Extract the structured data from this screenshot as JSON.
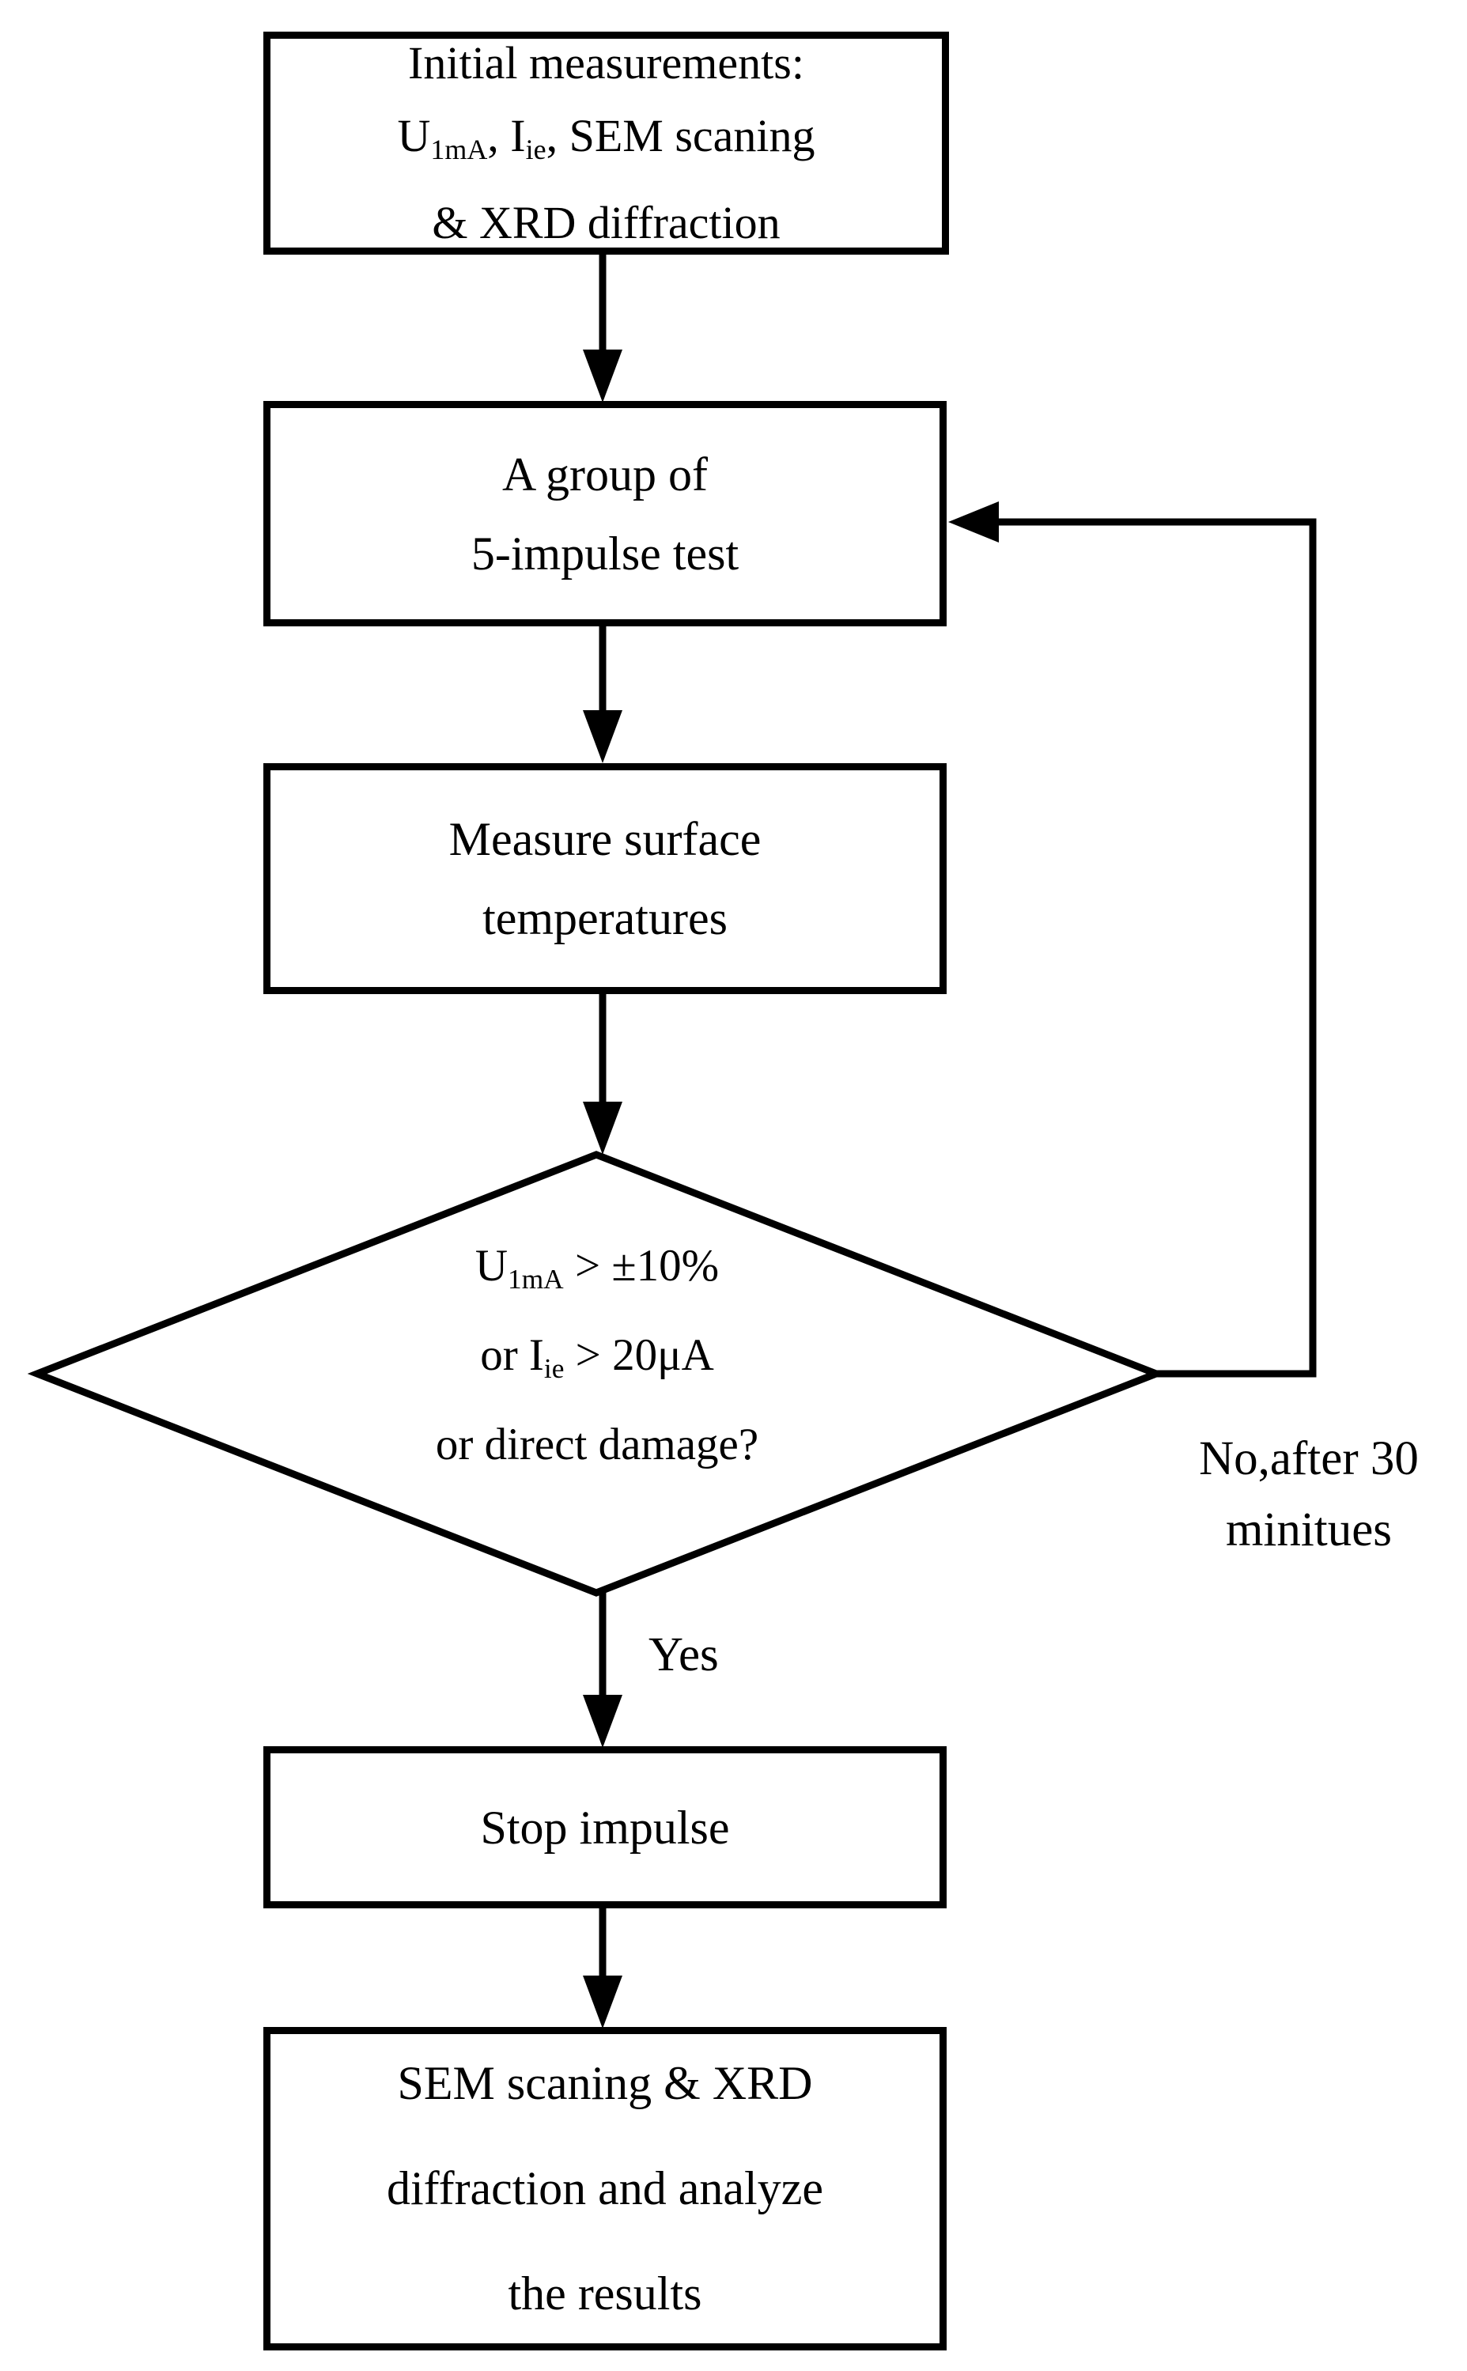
{
  "page": {
    "background": "#ffffff",
    "stroke_color": "#000000",
    "text_color": "#000000"
  },
  "flow": {
    "step_initial": {
      "lines_parts": [
        [
          {
            "t": "Initial measurements:"
          }
        ],
        [
          {
            "t": "U"
          },
          {
            "s": "1mA"
          },
          {
            "t": ",  I"
          },
          {
            "s": "ie"
          },
          {
            "t": ",  SEM scaning"
          }
        ],
        [
          {
            "t": "& XRD diffraction"
          }
        ]
      ]
    },
    "step_group": {
      "lines": [
        "A group of",
        "5-impulse test"
      ]
    },
    "step_measure": {
      "lines": [
        "Measure surface",
        "temperatures"
      ]
    },
    "decision_damage": {
      "lines_parts": [
        [
          {
            "t": "U"
          },
          {
            "s": "1mA"
          },
          {
            "t": " > ±10%"
          }
        ],
        [
          {
            "t": "or I"
          },
          {
            "s": "ie"
          },
          {
            "t": " > 20μA"
          }
        ],
        [
          {
            "t": "or direct damage?"
          }
        ]
      ]
    },
    "step_stop": {
      "lines": [
        "Stop impulse"
      ]
    },
    "step_analyze": {
      "lines": [
        "SEM scaning & XRD",
        "diffraction and analyze",
        "the results"
      ]
    },
    "edges": {
      "yes_label": "Yes",
      "no_label_lines": [
        "No,after 30",
        "minitues"
      ]
    }
  }
}
